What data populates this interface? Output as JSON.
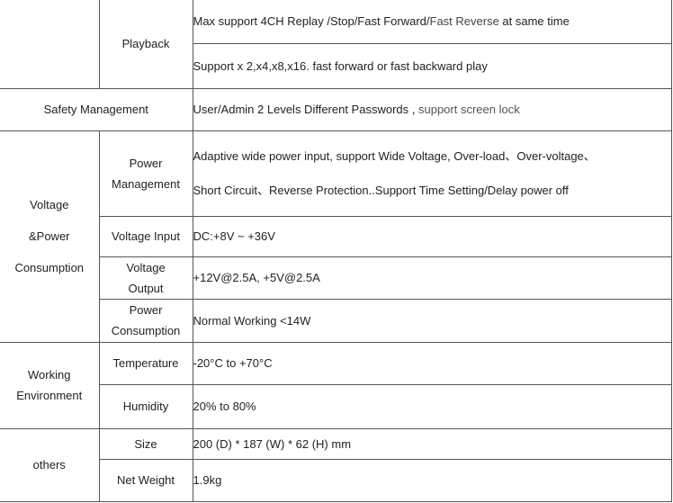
{
  "rows": {
    "playback": {
      "sub": "Playback",
      "v1_a": "Max support 4CH Replay /Stop/Fast Forward/",
      "v1_b": "Fast Reverse",
      "v1_c": " at same time",
      "v2": "Support x 2,x4,x8,x16. fast forward or fast backward play"
    },
    "safety": {
      "cat": "Safety Management",
      "v_a": "User/Admin 2 Levels Different Passwords ,",
      "v_b": " support screen lock"
    },
    "voltage": {
      "cat_l1": "Voltage",
      "cat_l2": "&Power",
      "cat_l3": "Consumption",
      "pm_sub_l1": "Power",
      "pm_sub_l2": "Management",
      "pm_v1": "Adaptive wide power input, support Wide Voltage, Over-load、Over-voltage、",
      "pm_v2": "Short Circuit、Reverse Protection..Support Time Setting/Delay power off",
      "vi_sub": "Voltage Input",
      "vi_v": "DC:+8V ~ +36V",
      "vo_sub_l1": "Voltage",
      "vo_sub_l2": "Output",
      "vo_v": "+12V@2.5A, +5V@2.5A",
      "pc_sub_l1": "Power",
      "pc_sub_l2": "Consumption",
      "pc_v": "Normal Working <14W"
    },
    "environment": {
      "cat_l1": "Working",
      "cat_l2": "Environment",
      "t_sub": "Temperature",
      "t_v": "-20°C to +70°C",
      "h_sub": "Humidity",
      "h_v": "20% to 80%"
    },
    "others": {
      "cat": "others",
      "s_sub": "Size",
      "s_v": "200 (D) * 187 (W) * 62 (H) mm",
      "w_sub": "Net Weight",
      "w_v": "1.9kg"
    }
  }
}
